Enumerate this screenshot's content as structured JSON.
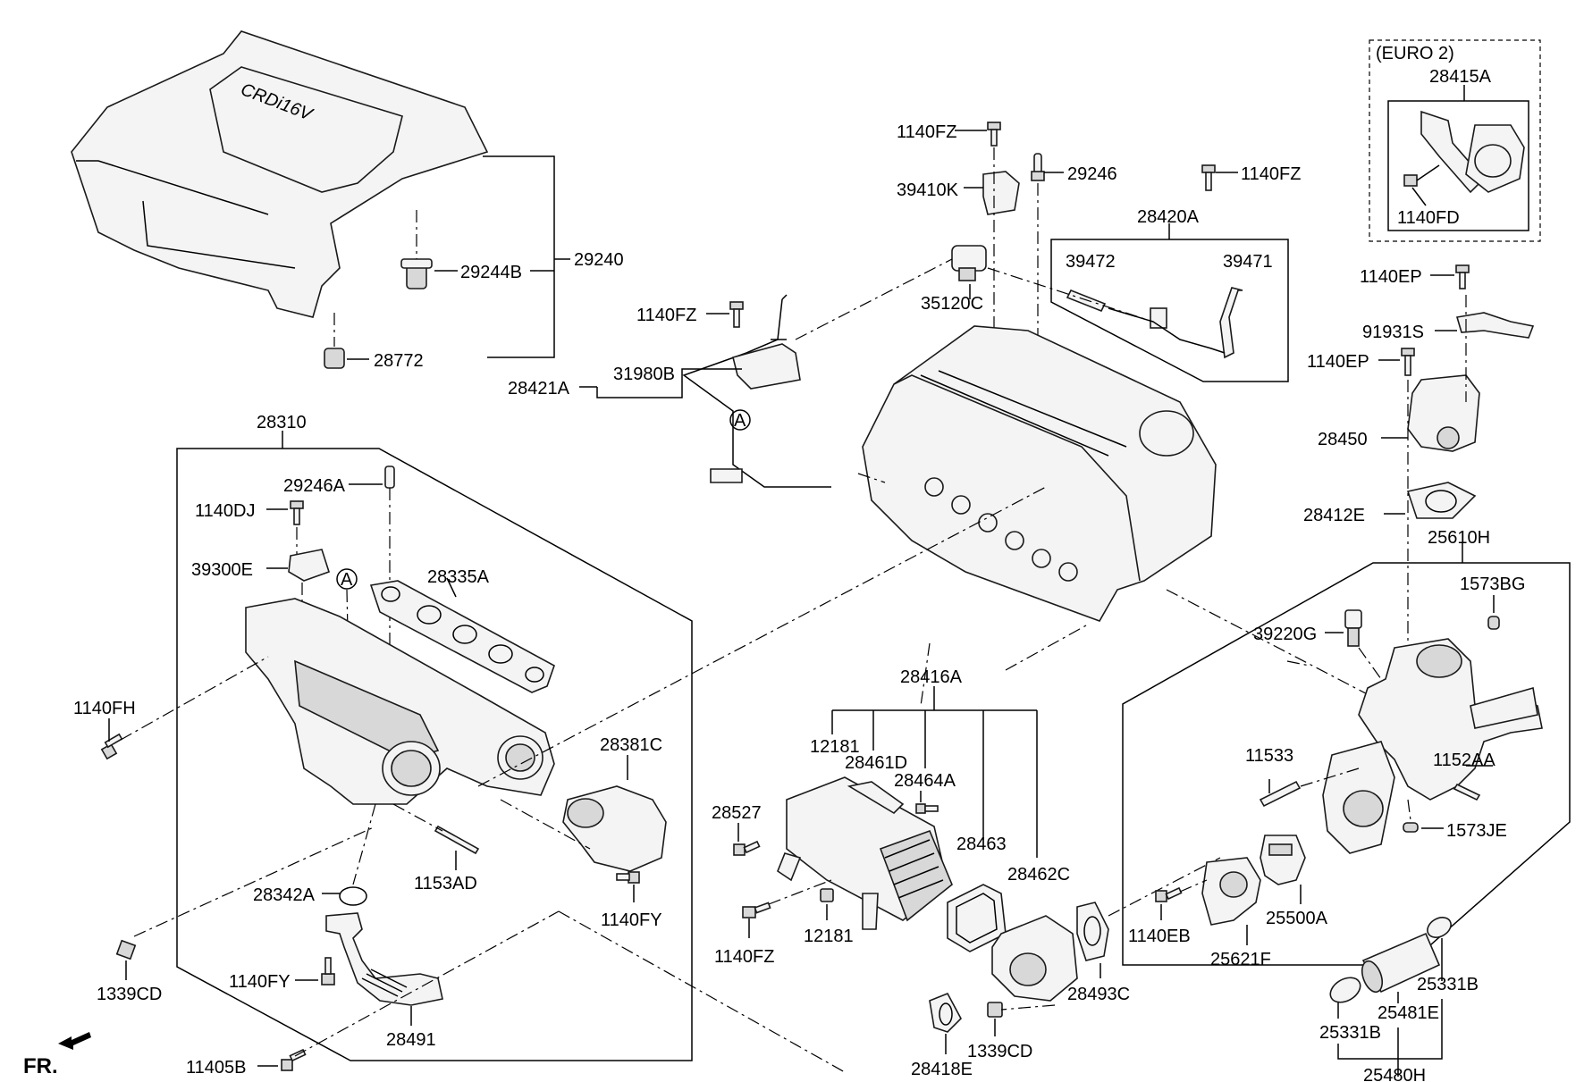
{
  "labels": {
    "p29240": "29240",
    "p29244b": "29244B",
    "p28772": "28772",
    "p1140fz_a": "1140FZ",
    "p39410k": "39410K",
    "p29246": "29246",
    "p1140fz_b": "1140FZ",
    "p28420a": "28420A",
    "p39472": "39472",
    "p39471": "39471",
    "p35120c": "35120C",
    "p1140fz_c": "1140FZ",
    "p31980b": "31980B",
    "p28421a": "28421A",
    "callout_a1": "A",
    "callout_a2": "A",
    "euro2": "(EURO 2)",
    "p28415a": "28415A",
    "p1140fd": "1140FD",
    "p1140ep_a": "1140EP",
    "p91931s": "91931S",
    "p1140ep_b": "1140EP",
    "p28450": "28450",
    "p28412e": "28412E",
    "p28310": "28310",
    "p29246a": "29246A",
    "p1140dj": "1140DJ",
    "p39300e": "39300E",
    "p28335a": "28335A",
    "p1140fh": "1140FH",
    "p28381c": "28381C",
    "p1153ad": "1153AD",
    "p28342a": "28342A",
    "p1140fy_a": "1140FY",
    "p1339cd_a": "1339CD",
    "p1140fy_b": "1140FY",
    "p28491": "28491",
    "p11405b": "11405B",
    "fr": "FR.",
    "p28416a": "28416A",
    "p12181_a": "12181",
    "p28461d": "28461D",
    "p28464a": "28464A",
    "p28527": "28527",
    "p28463": "28463",
    "p28462c": "28462C",
    "p1140fz_d": "1140FZ",
    "p12181_b": "12181",
    "p28493c": "28493C",
    "p28418e": "28418E",
    "p1339cd_b": "1339CD",
    "p25610h": "25610H",
    "p1573bg": "1573BG",
    "p39220g": "39220G",
    "p11533": "11533",
    "p1152aa": "1152AA",
    "p1573je": "1573JE",
    "p1140eb": "1140EB",
    "p25621f": "25621F",
    "p25500a": "25500A",
    "p25331b_a": "25331B",
    "p25481e": "25481E",
    "p25331b_b": "25331B",
    "p25480h": "25480H"
  },
  "engine_cover_logo": "CRDi16V"
}
